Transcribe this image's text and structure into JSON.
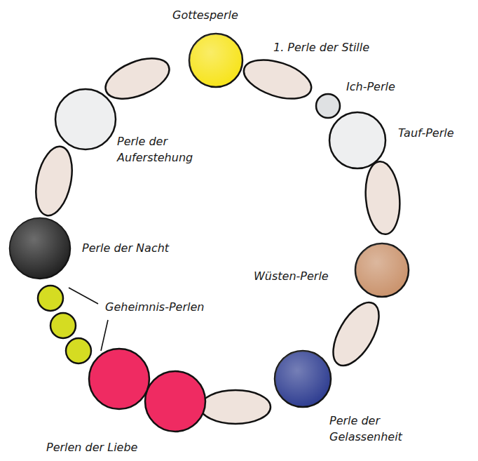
{
  "diagram": {
    "labels": [
      "Gottesperle",
      "1. Perle der Stille",
      "Ich-Perle",
      "Tauf-Perle",
      "Perle der Auferstehung",
      "Perle der Nacht",
      "Wüsten-Perle",
      "Geheimnis-Perlen",
      "Perlen der Liebe",
      "Perle der Gelassenheit"
    ]
  }
}
